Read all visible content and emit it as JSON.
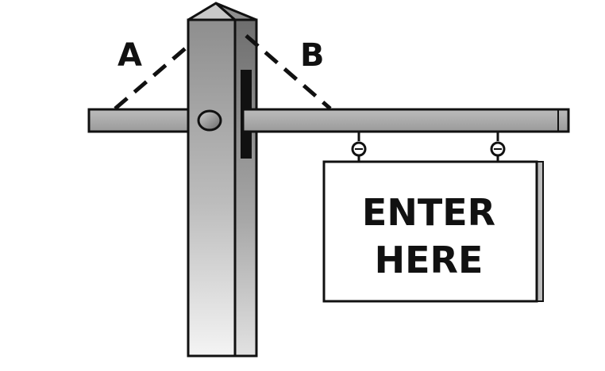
{
  "labels": {
    "a": "A",
    "b": "B"
  },
  "sign": {
    "line1": "ENTER",
    "line2": "HERE"
  }
}
